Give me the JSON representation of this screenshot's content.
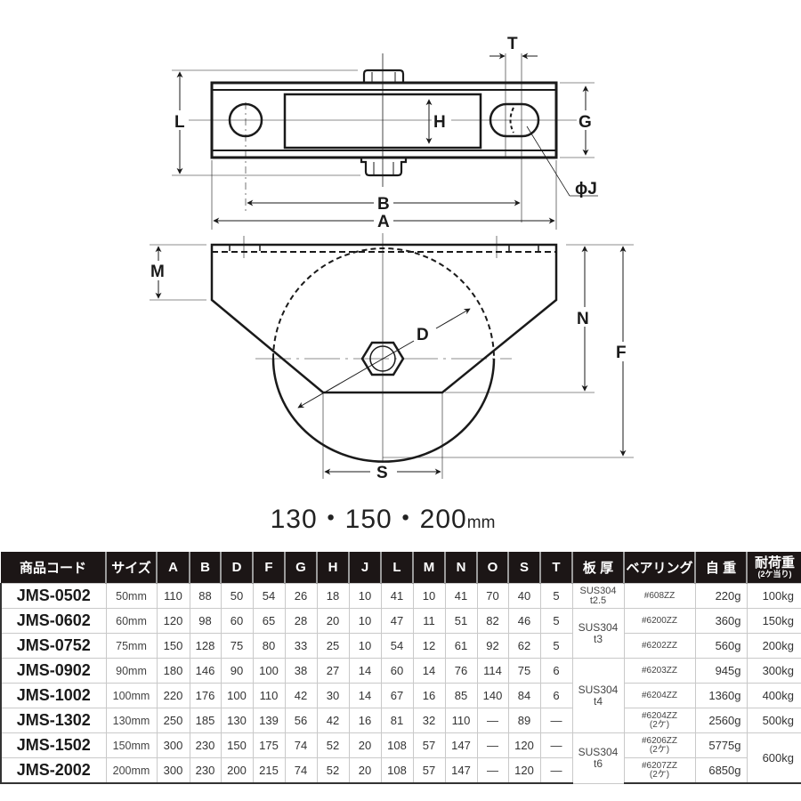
{
  "diagram": {
    "top_view_labels": [
      "L",
      "H",
      "T",
      "G",
      "ϕJ",
      "B",
      "A"
    ],
    "side_view_labels": [
      "M",
      "D",
      "N",
      "F",
      "S"
    ],
    "caption_numbers": "130・150・200",
    "caption_unit": "mm"
  },
  "table": {
    "headers": [
      {
        "key": "code",
        "label": "商品コード"
      },
      {
        "key": "size",
        "label": "サイズ"
      },
      {
        "key": "A",
        "label": "A"
      },
      {
        "key": "B",
        "label": "B"
      },
      {
        "key": "D",
        "label": "D"
      },
      {
        "key": "F",
        "label": "F"
      },
      {
        "key": "G",
        "label": "G"
      },
      {
        "key": "H",
        "label": "H"
      },
      {
        "key": "J",
        "label": "J"
      },
      {
        "key": "L",
        "label": "L"
      },
      {
        "key": "M",
        "label": "M"
      },
      {
        "key": "N",
        "label": "N"
      },
      {
        "key": "O",
        "label": "O"
      },
      {
        "key": "S",
        "label": "S"
      },
      {
        "key": "T",
        "label": "T"
      },
      {
        "key": "plate",
        "label": "板 厚"
      },
      {
        "key": "bearing",
        "label": "ベアリング"
      },
      {
        "key": "weight",
        "label": "自 重"
      },
      {
        "key": "load",
        "label": "耐荷重",
        "sub": "(2ケ当り)"
      }
    ],
    "rows": [
      {
        "code": "JMS-0502",
        "size": "50mm",
        "A": "110",
        "B": "88",
        "D": "50",
        "F": "54",
        "G": "26",
        "H": "18",
        "J": "10",
        "L": "41",
        "M": "10",
        "N": "41",
        "O": "70",
        "S": "40",
        "T": "5",
        "bearing": "#608ZZ",
        "bearing_qty": "",
        "weight": "220g",
        "load": "100kg"
      },
      {
        "code": "JMS-0602",
        "size": "60mm",
        "A": "120",
        "B": "98",
        "D": "60",
        "F": "65",
        "G": "28",
        "H": "20",
        "J": "10",
        "L": "47",
        "M": "11",
        "N": "51",
        "O": "82",
        "S": "46",
        "T": "5",
        "bearing": "#6200ZZ",
        "bearing_qty": "",
        "weight": "360g",
        "load": "150kg"
      },
      {
        "code": "JMS-0752",
        "size": "75mm",
        "A": "150",
        "B": "128",
        "D": "75",
        "F": "80",
        "G": "33",
        "H": "25",
        "J": "10",
        "L": "54",
        "M": "12",
        "N": "61",
        "O": "92",
        "S": "62",
        "T": "5",
        "bearing": "#6202ZZ",
        "bearing_qty": "",
        "weight": "560g",
        "load": "200kg"
      },
      {
        "code": "JMS-0902",
        "size": "90mm",
        "A": "180",
        "B": "146",
        "D": "90",
        "F": "100",
        "G": "38",
        "H": "27",
        "J": "14",
        "L": "60",
        "M": "14",
        "N": "76",
        "O": "114",
        "S": "75",
        "T": "6",
        "bearing": "#6203ZZ",
        "bearing_qty": "",
        "weight": "945g",
        "load": "300kg"
      },
      {
        "code": "JMS-1002",
        "size": "100mm",
        "A": "220",
        "B": "176",
        "D": "100",
        "F": "110",
        "G": "42",
        "H": "30",
        "J": "14",
        "L": "67",
        "M": "16",
        "N": "85",
        "O": "140",
        "S": "84",
        "T": "6",
        "bearing": "#6204ZZ",
        "bearing_qty": "",
        "weight": "1360g",
        "load": "400kg"
      },
      {
        "code": "JMS-1302",
        "size": "130mm",
        "A": "250",
        "B": "185",
        "D": "130",
        "F": "139",
        "G": "56",
        "H": "42",
        "J": "16",
        "L": "81",
        "M": "32",
        "N": "110",
        "O": "—",
        "S": "89",
        "T": "—",
        "bearing": "#6204ZZ",
        "bearing_qty": "(2ケ)",
        "weight": "2560g",
        "load": "500kg"
      },
      {
        "code": "JMS-1502",
        "size": "150mm",
        "A": "300",
        "B": "230",
        "D": "150",
        "F": "175",
        "G": "74",
        "H": "52",
        "J": "20",
        "L": "108",
        "M": "57",
        "N": "147",
        "O": "—",
        "S": "120",
        "T": "—",
        "bearing": "#6206ZZ",
        "bearing_qty": "(2ケ)",
        "weight": "5775g",
        "load": "600kg"
      },
      {
        "code": "JMS-2002",
        "size": "200mm",
        "A": "300",
        "B": "230",
        "D": "200",
        "F": "215",
        "G": "74",
        "H": "52",
        "J": "20",
        "L": "108",
        "M": "57",
        "N": "147",
        "O": "—",
        "S": "120",
        "T": "—",
        "bearing": "#6207ZZ",
        "bearing_qty": "(2ケ)",
        "weight": "6850g",
        "load": ""
      }
    ],
    "plate_groups": [
      {
        "rows": "JMS-0502",
        "line1": "SUS304",
        "line2": "t2.5"
      },
      {
        "rows": "JMS-0602–JMS-0752",
        "line1": "SUS304",
        "line2": "t3"
      },
      {
        "rows": "JMS-0902–JMS-1302",
        "line1": "SUS304",
        "line2": "t4"
      },
      {
        "rows": "JMS-1502–JMS-2002",
        "line1": "SUS304",
        "line2": "t6"
      }
    ],
    "merged_load_label": "600kg"
  }
}
